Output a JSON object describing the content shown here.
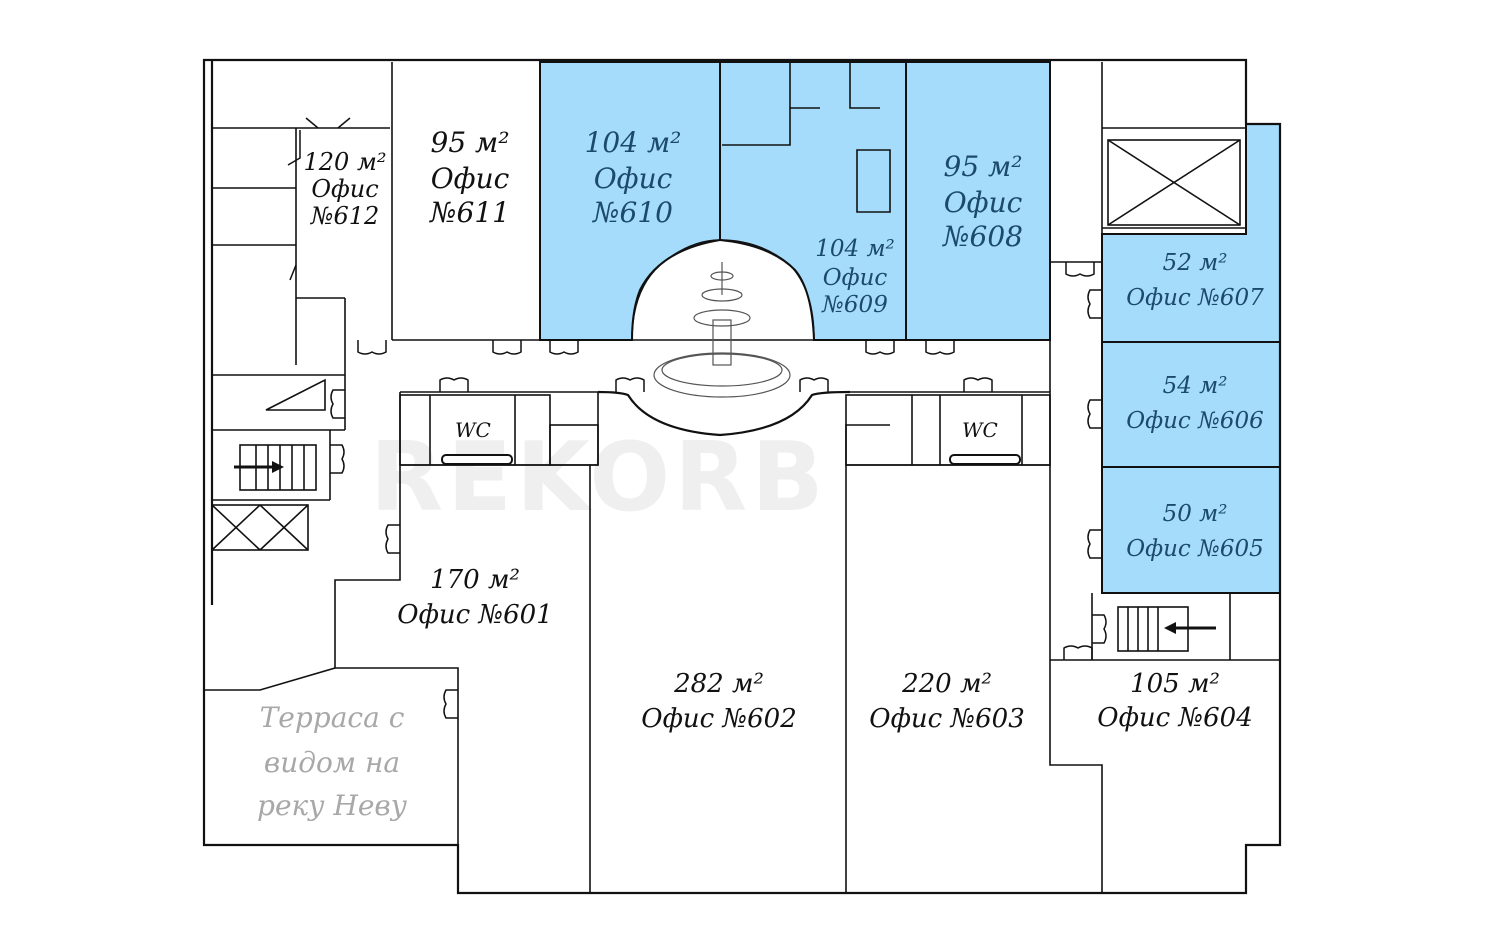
{
  "colors": {
    "selected_fill": "#a6dcfb",
    "wall": "#111111",
    "terrace_text": "#a8a8a8",
    "watermark": "#dcdcdc"
  },
  "watermark": "REKORB",
  "offices": [
    {
      "id": "612",
      "area": "120 м²",
      "name": "Офис",
      "num": "№612",
      "selected": false
    },
    {
      "id": "611",
      "area": "95 м²",
      "name": "Офис",
      "num": "№611",
      "selected": false
    },
    {
      "id": "610",
      "area": "104 м²",
      "name": "Офис",
      "num": "№610",
      "selected": true
    },
    {
      "id": "609",
      "area": "104 м²",
      "name": "Офис",
      "num": "№609",
      "selected": true
    },
    {
      "id": "608",
      "area": "95 м²",
      "name": "Офис",
      "num": "№608",
      "selected": true
    },
    {
      "id": "607",
      "area": "52 м²",
      "name": "Офис №607",
      "selected": true
    },
    {
      "id": "606",
      "area": "54 м²",
      "name": "Офис №606",
      "selected": true
    },
    {
      "id": "605",
      "area": "50 м²",
      "name": "Офис №605",
      "selected": true
    },
    {
      "id": "604",
      "area": "105 м²",
      "name": "Офис №604",
      "selected": false
    },
    {
      "id": "603",
      "area": "220 м²",
      "name": "Офис №603",
      "selected": false
    },
    {
      "id": "602",
      "area": "282 м²",
      "name": "Офис №602",
      "selected": false
    },
    {
      "id": "601",
      "area": "170 м²",
      "name": "Офис №601",
      "selected": false
    }
  ],
  "wc_labels": [
    "WC",
    "WC"
  ],
  "terrace": {
    "line1": "Терраса с",
    "line2": "видом на",
    "line3": "реку Неву"
  }
}
